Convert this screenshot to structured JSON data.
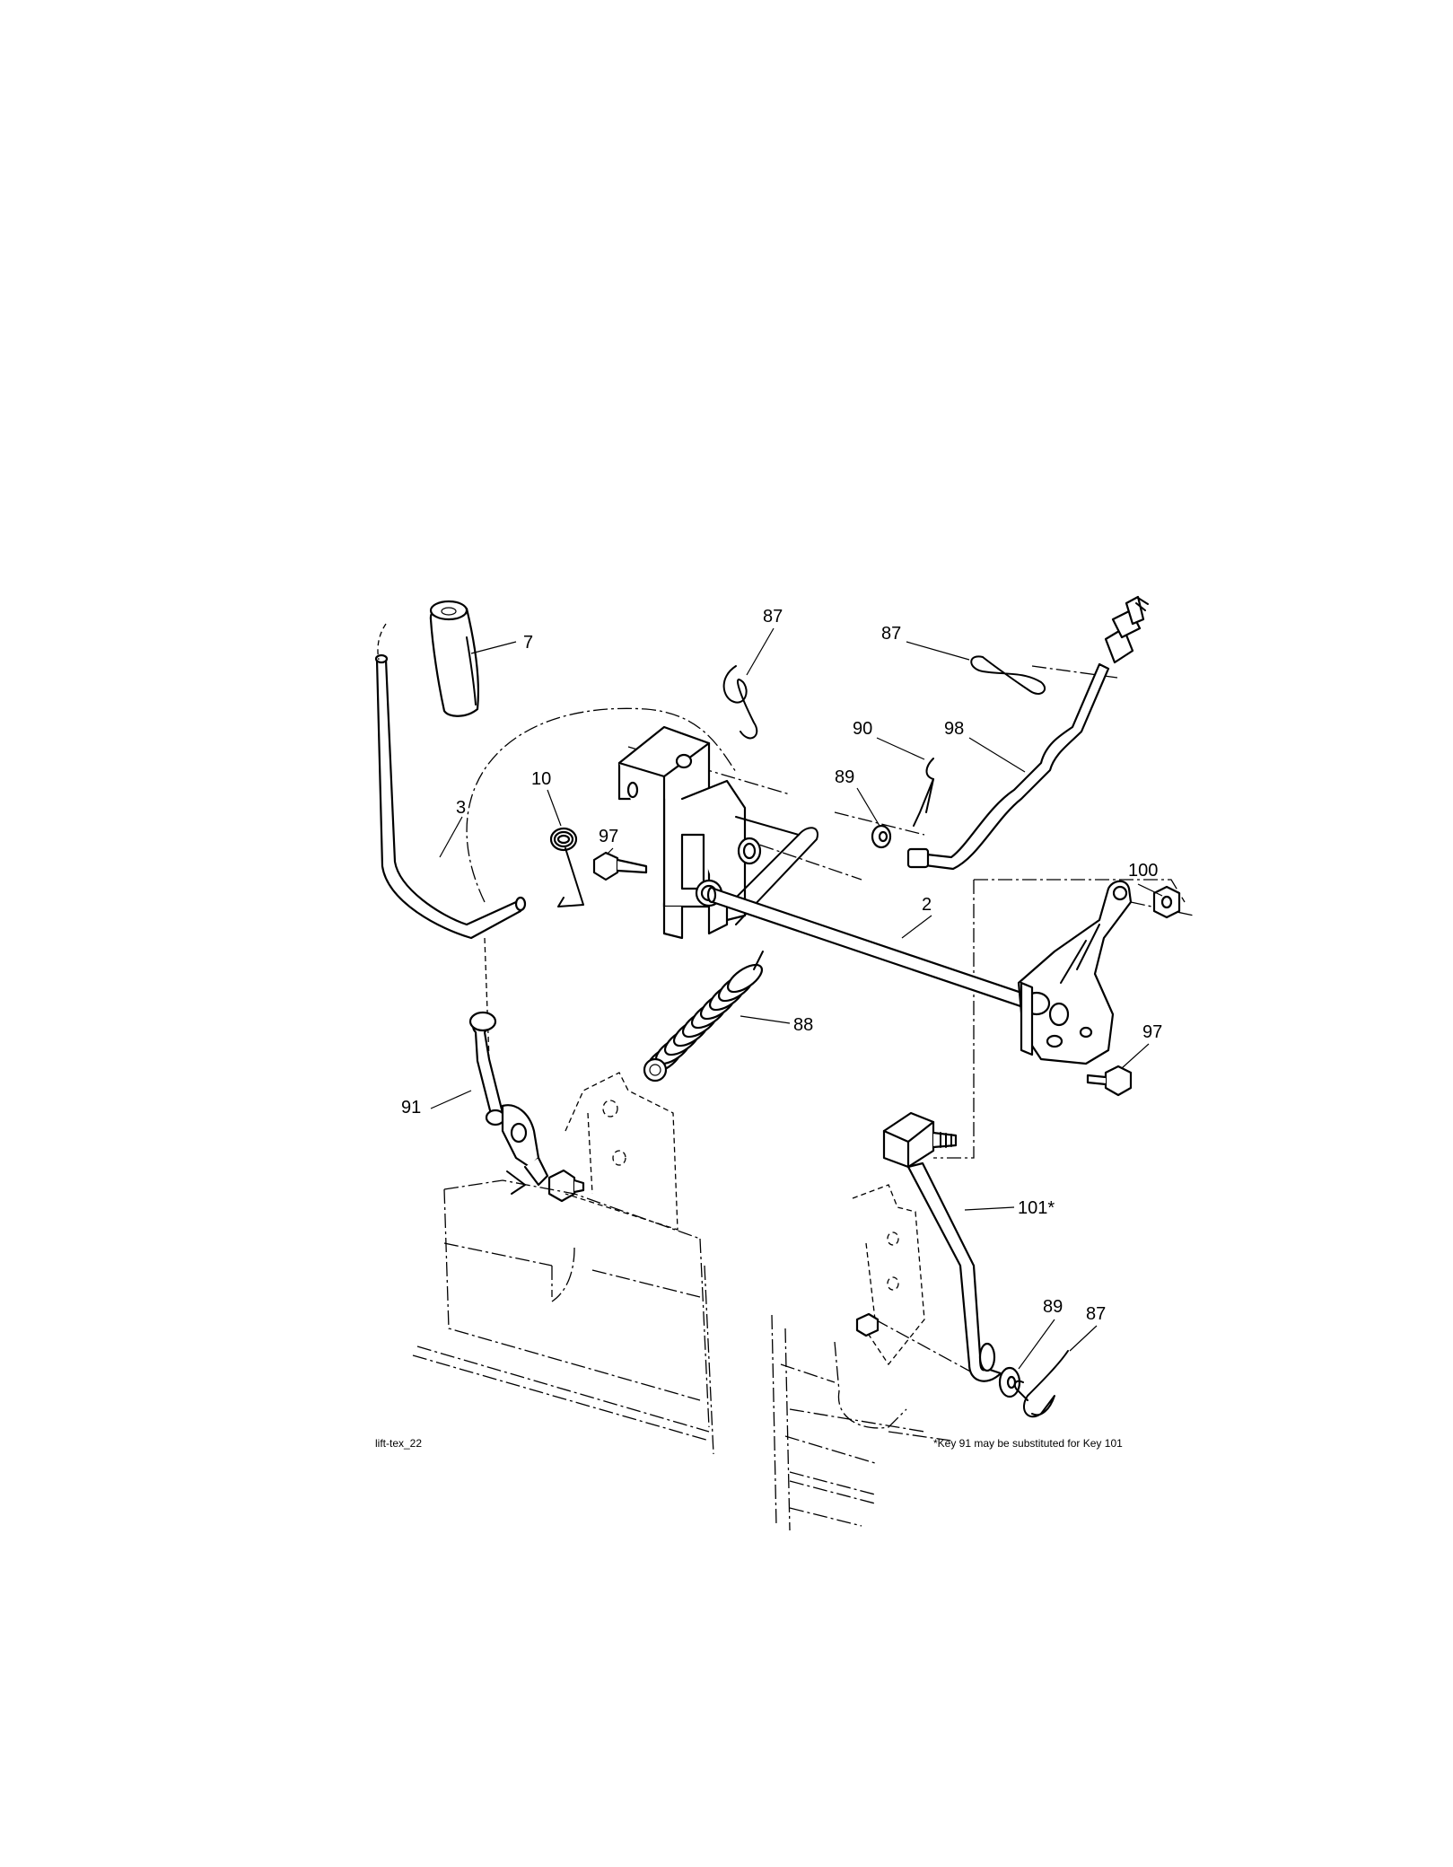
{
  "figure_id": "lift-tex_22",
  "footnote": "*Key 91 may be substituted for Key 101",
  "callouts": {
    "c7": "7",
    "c3": "3",
    "c10": "10",
    "c97a": "97",
    "c87a": "87",
    "c87b": "87",
    "c90": "90",
    "c98": "98",
    "c89a": "89",
    "c100": "100",
    "c2": "2",
    "c88": "88",
    "c97b": "97",
    "c91": "91",
    "c101": "101*",
    "c89b": "89",
    "c87c": "87"
  }
}
